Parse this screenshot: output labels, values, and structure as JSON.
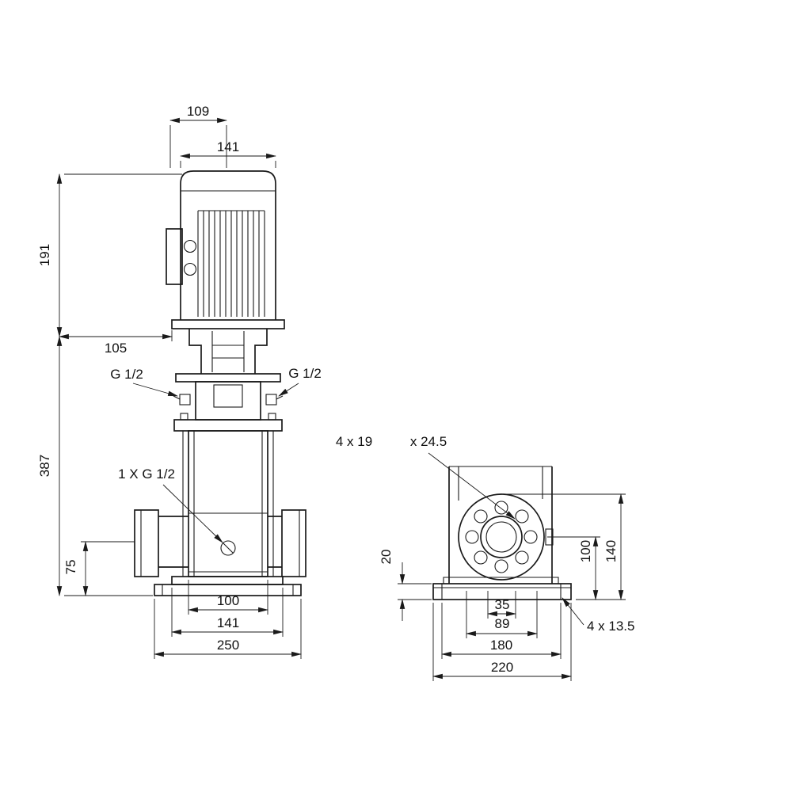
{
  "drawing": {
    "type": "pump-dimensional-drawing",
    "line_color": "#1a1a1a",
    "background": "#ffffff"
  },
  "front_view": {
    "dims": {
      "motor_depth": "109",
      "motor_width": "141",
      "motor_height": "191",
      "head_offset": "105",
      "total_height": "387",
      "port_height": "75",
      "chamber_diameter": "100",
      "flange_width": "141",
      "base_width": "250"
    },
    "labels": {
      "vent_left": "G 1/2",
      "vent_right": "G 1/2",
      "drain": "1 X G 1/2"
    }
  },
  "side_view": {
    "dims": {
      "base_thickness": "20",
      "port_center_height": "100",
      "flange_top_height": "140",
      "slot_offset": "35",
      "slot_span": "89",
      "bolt_span": "180",
      "base_length": "220"
    },
    "labels": {
      "flange_holes": "4 x 19",
      "flange_counterbore": "x 24.5",
      "base_holes": "4 x 13.5"
    }
  }
}
